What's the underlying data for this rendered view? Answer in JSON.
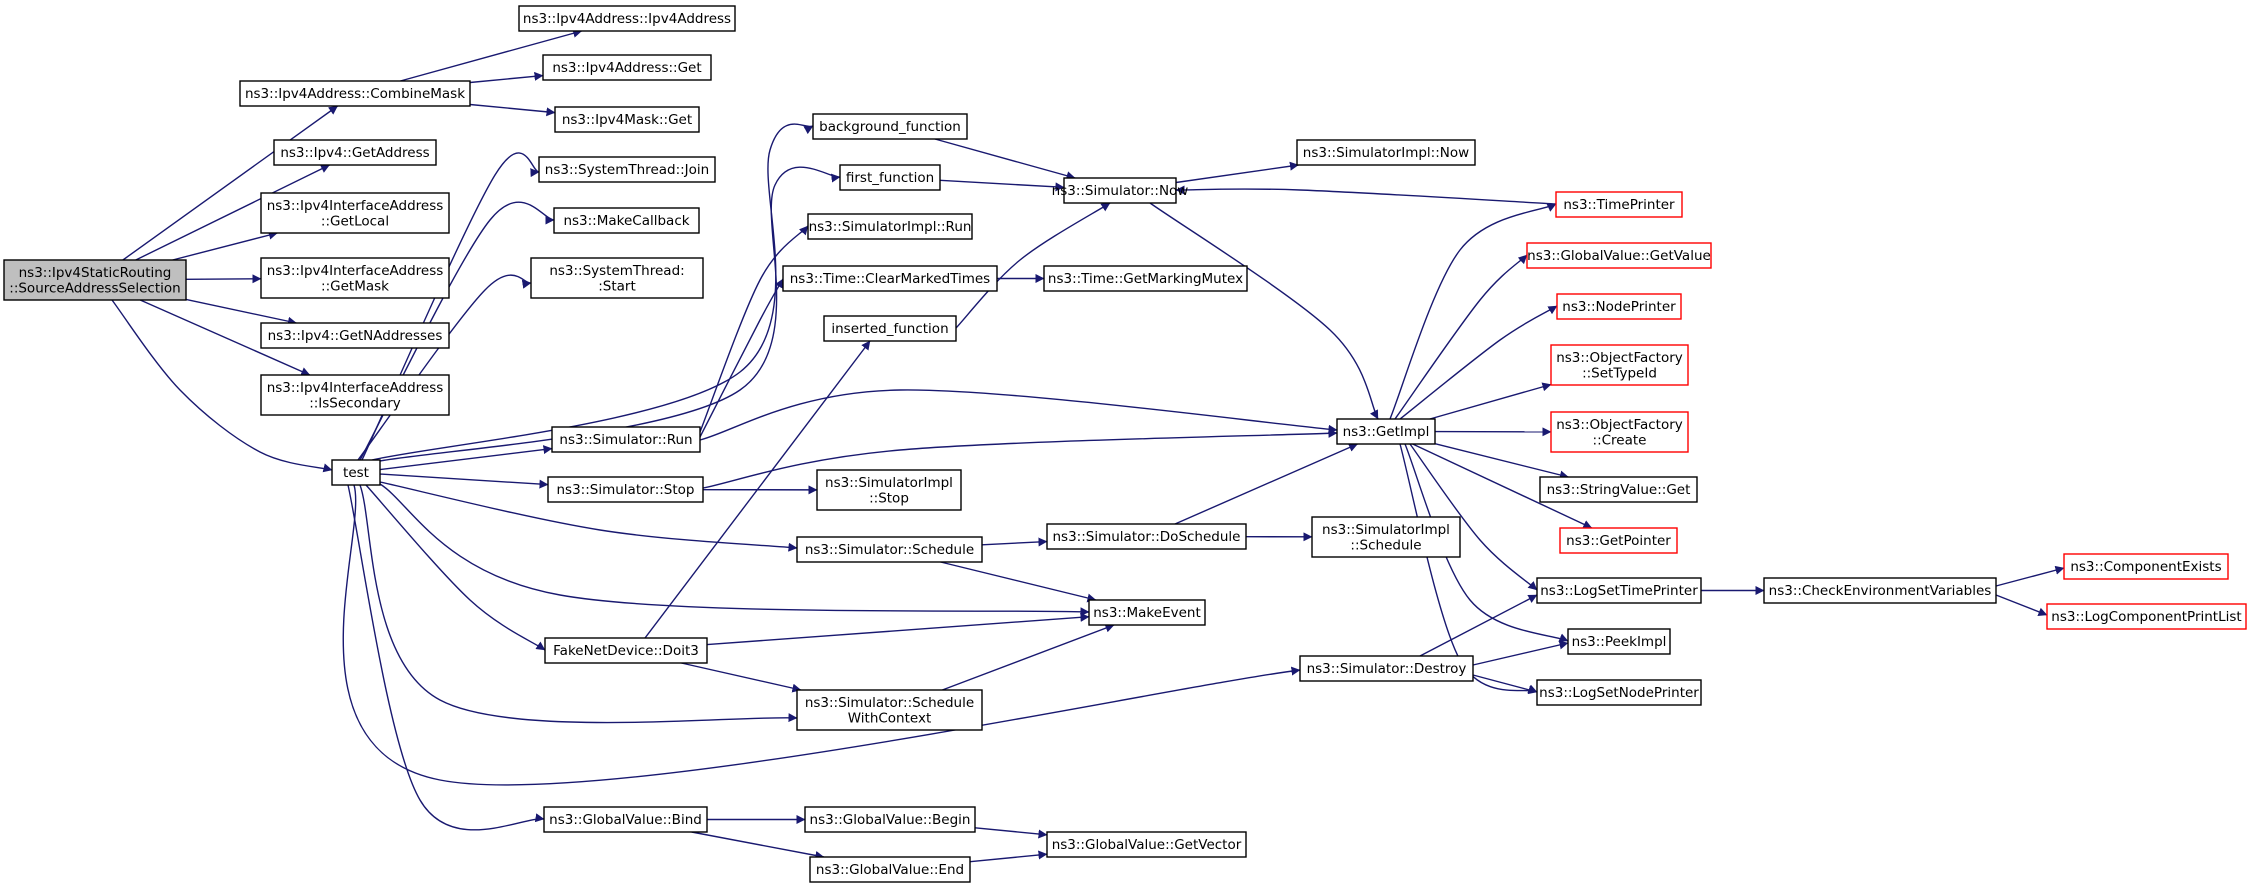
{
  "colors": {
    "edge": "#191970",
    "node_border": "#000000",
    "truncated_border": "#ff0000",
    "root_fill": "#bfbfbf",
    "node_fill": "#ffffff"
  },
  "nodes": {
    "root": {
      "lines": [
        "ns3::Ipv4StaticRouting",
        "::SourceAddressSelection"
      ],
      "kind": "root"
    },
    "combineMask": {
      "lines": [
        "ns3::Ipv4Address::CombineMask"
      ]
    },
    "ipv4AddressCtor": {
      "lines": [
        "ns3::Ipv4Address::Ipv4Address"
      ]
    },
    "ipv4AddressGet": {
      "lines": [
        "ns3::Ipv4Address::Get"
      ]
    },
    "ipv4MaskGet": {
      "lines": [
        "ns3::Ipv4Mask::Get"
      ]
    },
    "ipv4GetAddress": {
      "lines": [
        "ns3::Ipv4::GetAddress"
      ]
    },
    "ifaceGetLocal": {
      "lines": [
        "ns3::Ipv4InterfaceAddress",
        "::GetLocal"
      ]
    },
    "ifaceGetMask": {
      "lines": [
        "ns3::Ipv4InterfaceAddress",
        "::GetMask"
      ]
    },
    "ipv4GetNAddresses": {
      "lines": [
        "ns3::Ipv4::GetNAddresses"
      ]
    },
    "ifaceIsSecondary": {
      "lines": [
        "ns3::Ipv4InterfaceAddress",
        "::IsSecondary"
      ]
    },
    "test": {
      "lines": [
        "test"
      ]
    },
    "threadJoin": {
      "lines": [
        "ns3::SystemThread::Join"
      ]
    },
    "makeCallback": {
      "lines": [
        "ns3::MakeCallback"
      ]
    },
    "threadStart": {
      "lines": [
        "ns3::SystemThread:",
        ":Start"
      ]
    },
    "simRun": {
      "lines": [
        "ns3::Simulator::Run"
      ]
    },
    "simStop": {
      "lines": [
        "ns3::Simulator::Stop"
      ]
    },
    "simSchedule": {
      "lines": [
        "ns3::Simulator::Schedule"
      ]
    },
    "doit3": {
      "lines": [
        "FakeNetDevice::Doit3"
      ]
    },
    "scheduleWithContext": {
      "lines": [
        "ns3::Simulator::Schedule",
        "WithContext"
      ]
    },
    "gvBind": {
      "lines": [
        "ns3::GlobalValue::Bind"
      ]
    },
    "backgroundFunction": {
      "lines": [
        "background_function"
      ]
    },
    "firstFunction": {
      "lines": [
        "first_function"
      ]
    },
    "simImplRun": {
      "lines": [
        "ns3::SimulatorImpl::Run"
      ]
    },
    "clearMarkedTimes": {
      "lines": [
        "ns3::Time::ClearMarkedTimes"
      ]
    },
    "insertedFunction": {
      "lines": [
        "inserted_function"
      ]
    },
    "simImplStop": {
      "lines": [
        "ns3::SimulatorImpl",
        "::Stop"
      ]
    },
    "gvBegin": {
      "lines": [
        "ns3::GlobalValue::Begin"
      ]
    },
    "gvEnd": {
      "lines": [
        "ns3::GlobalValue::End"
      ]
    },
    "simNow": {
      "lines": [
        "ns3::Simulator::Now"
      ]
    },
    "getMarkingMutex": {
      "lines": [
        "ns3::Time::GetMarkingMutex"
      ]
    },
    "doSchedule": {
      "lines": [
        "ns3::Simulator::DoSchedule"
      ]
    },
    "makeEvent": {
      "lines": [
        "ns3::MakeEvent"
      ]
    },
    "gvGetVector": {
      "lines": [
        "ns3::GlobalValue::GetVector"
      ]
    },
    "simImplNow": {
      "lines": [
        "ns3::SimulatorImpl::Now"
      ]
    },
    "getImpl": {
      "lines": [
        "ns3::GetImpl"
      ]
    },
    "simImplSchedule": {
      "lines": [
        "ns3::SimulatorImpl",
        "::Schedule"
      ]
    },
    "simDestroy": {
      "lines": [
        "ns3::Simulator::Destroy"
      ]
    },
    "timePrinter": {
      "lines": [
        "ns3::TimePrinter"
      ],
      "kind": "truncated"
    },
    "gvGetValue": {
      "lines": [
        "ns3::GlobalValue::GetValue"
      ],
      "kind": "truncated"
    },
    "nodePrinter": {
      "lines": [
        "ns3::NodePrinter"
      ],
      "kind": "truncated"
    },
    "ofSetTypeId": {
      "lines": [
        "ns3::ObjectFactory",
        "::SetTypeId"
      ],
      "kind": "truncated"
    },
    "ofCreate": {
      "lines": [
        "ns3::ObjectFactory",
        "::Create"
      ],
      "kind": "truncated"
    },
    "stringValueGet": {
      "lines": [
        "ns3::StringValue::Get"
      ]
    },
    "getPointer": {
      "lines": [
        "ns3::GetPointer"
      ],
      "kind": "truncated"
    },
    "logSetTimePrinter": {
      "lines": [
        "ns3::LogSetTimePrinter"
      ]
    },
    "peekImpl": {
      "lines": [
        "ns3::PeekImpl"
      ]
    },
    "logSetNodePrinter": {
      "lines": [
        "ns3::LogSetNodePrinter"
      ]
    },
    "checkEnvVars": {
      "lines": [
        "ns3::CheckEnvironmentVariables"
      ]
    },
    "componentExists": {
      "lines": [
        "ns3::ComponentExists"
      ],
      "kind": "truncated"
    },
    "logComponentPrintList": {
      "lines": [
        "ns3::LogComponentPrintList"
      ],
      "kind": "truncated"
    }
  },
  "edges": [
    [
      "root",
      "combineMask"
    ],
    [
      "root",
      "ipv4GetAddress"
    ],
    [
      "root",
      "ifaceGetLocal"
    ],
    [
      "root",
      "ifaceGetMask"
    ],
    [
      "root",
      "ipv4GetNAddresses"
    ],
    [
      "root",
      "ifaceIsSecondary"
    ],
    [
      "root",
      "test"
    ],
    [
      "combineMask",
      "ipv4AddressCtor"
    ],
    [
      "combineMask",
      "ipv4AddressGet"
    ],
    [
      "combineMask",
      "ipv4MaskGet"
    ],
    [
      "test",
      "threadJoin"
    ],
    [
      "test",
      "makeCallback"
    ],
    [
      "test",
      "threadStart"
    ],
    [
      "test",
      "backgroundFunction"
    ],
    [
      "test",
      "firstFunction"
    ],
    [
      "test",
      "simRun"
    ],
    [
      "test",
      "simStop"
    ],
    [
      "test",
      "simSchedule"
    ],
    [
      "test",
      "makeEvent"
    ],
    [
      "test",
      "doit3"
    ],
    [
      "test",
      "scheduleWithContext"
    ],
    [
      "test",
      "simDestroy"
    ],
    [
      "test",
      "gvBind"
    ],
    [
      "backgroundFunction",
      "simNow"
    ],
    [
      "firstFunction",
      "simNow"
    ],
    [
      "insertedFunction",
      "simNow"
    ],
    [
      "simRun",
      "simImplRun"
    ],
    [
      "simRun",
      "clearMarkedTimes"
    ],
    [
      "simRun",
      "getImpl"
    ],
    [
      "clearMarkedTimes",
      "getMarkingMutex"
    ],
    [
      "simStop",
      "simImplStop"
    ],
    [
      "simStop",
      "getImpl"
    ],
    [
      "simSchedule",
      "doSchedule"
    ],
    [
      "simSchedule",
      "makeEvent"
    ],
    [
      "doit3",
      "insertedFunction"
    ],
    [
      "doit3",
      "makeEvent"
    ],
    [
      "doit3",
      "scheduleWithContext"
    ],
    [
      "scheduleWithContext",
      "makeEvent"
    ],
    [
      "gvBind",
      "gvBegin"
    ],
    [
      "gvBind",
      "gvEnd"
    ],
    [
      "gvBegin",
      "gvGetVector"
    ],
    [
      "gvEnd",
      "gvGetVector"
    ],
    [
      "simNow",
      "simImplNow"
    ],
    [
      "simNow",
      "getImpl"
    ],
    [
      "doSchedule",
      "simImplSchedule"
    ],
    [
      "doSchedule",
      "getImpl"
    ],
    [
      "simDestroy",
      "logSetTimePrinter"
    ],
    [
      "simDestroy",
      "peekImpl"
    ],
    [
      "simDestroy",
      "logSetNodePrinter"
    ],
    [
      "getImpl",
      "timePrinter"
    ],
    [
      "getImpl",
      "gvGetValue"
    ],
    [
      "getImpl",
      "nodePrinter"
    ],
    [
      "getImpl",
      "ofSetTypeId"
    ],
    [
      "getImpl",
      "ofCreate"
    ],
    [
      "getImpl",
      "stringValueGet"
    ],
    [
      "getImpl",
      "getPointer"
    ],
    [
      "getImpl",
      "logSetTimePrinter"
    ],
    [
      "getImpl",
      "peekImpl"
    ],
    [
      "getImpl",
      "logSetNodePrinter"
    ],
    [
      "timePrinter",
      "simNow"
    ],
    [
      "logSetTimePrinter",
      "checkEnvVars"
    ],
    [
      "checkEnvVars",
      "componentExists"
    ],
    [
      "checkEnvVars",
      "logComponentPrintList"
    ]
  ]
}
